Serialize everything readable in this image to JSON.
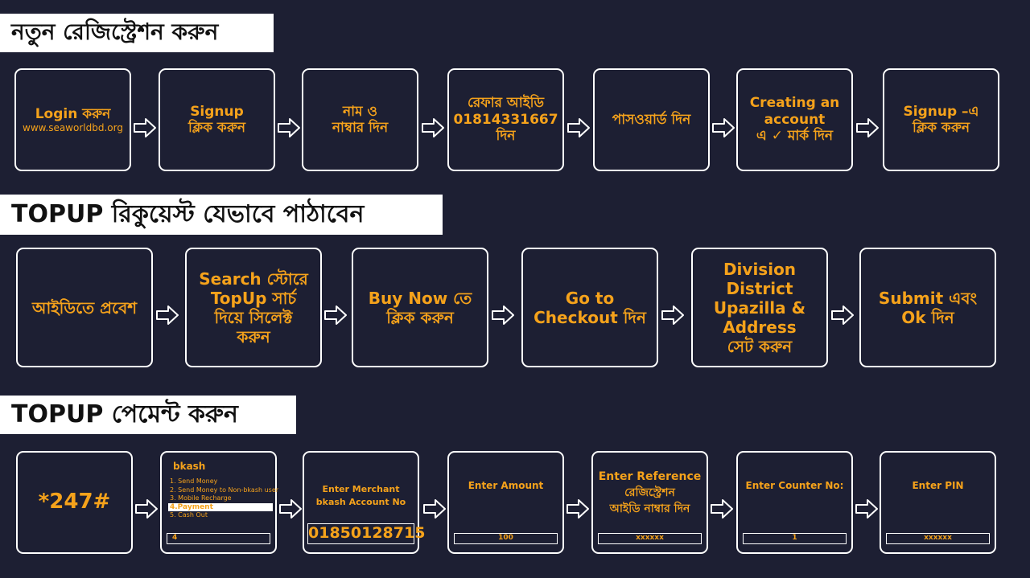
{
  "sections": {
    "registration": {
      "title": "নতুন রেজিস্ট্রেশন করুন",
      "steps": [
        {
          "line1": "Login করুন",
          "line2": "www.seaworldbd.org"
        },
        {
          "line1": "Signup",
          "line2": "ক্লিক করুন"
        },
        {
          "line1": "নাম ও",
          "line2": "নাম্বার দিন"
        },
        {
          "line1": "রেফার আইডি",
          "line2": "01814331667",
          "line3": "দিন"
        },
        {
          "line1": "পাসওয়ার্ড দিন"
        },
        {
          "line1": "Creating an",
          "line2": "account",
          "line3": "এ ✓ মার্ক দিন"
        },
        {
          "line1": "Signup –এ",
          "line2": "ক্লিক করুন"
        }
      ]
    },
    "topup_request": {
      "title": "TOPUP রিকুয়েস্ট যেভাবে পাঠাবেন",
      "steps": [
        {
          "line1": "আইডিতে প্রবেশ"
        },
        {
          "line1": "Search স্টোরে",
          "line2": "TopUp সার্চ",
          "line3": "দিয়ে সিলেক্ট",
          "line4": "করুন"
        },
        {
          "line1": "Buy Now তে",
          "line2": "ক্লিক করুন"
        },
        {
          "line1": "Go to",
          "line2": "Checkout দিন"
        },
        {
          "line1": "Division",
          "line2": "District",
          "line3": "Upazilla &",
          "line4": "Address",
          "line5": "সেট করুন"
        },
        {
          "line1": "Submit এবং",
          "line2": "Ok দিন"
        }
      ]
    },
    "topup_payment": {
      "title": "TOPUP পেমেন্ট করুন",
      "dial_code": "*247#",
      "bkash": {
        "title": "bkash",
        "menu": [
          "1. Send Money",
          "2. Send Money to Non-bkash user",
          "3. Mobile Recharge",
          "4.Payment",
          "5. Cash Out"
        ],
        "input": "4"
      },
      "merchant": {
        "line1": "Enter Merchant",
        "line2": "bkash Account No",
        "number": "01850128715"
      },
      "amount": {
        "label": "Enter Amount",
        "value": "100"
      },
      "reference": {
        "line1": "Enter Reference",
        "line2": "রেজিস্ট্রেশন",
        "line3": "আইডি নাম্বার দিন",
        "value": "xxxxxx"
      },
      "counter": {
        "label": "Enter Counter  No:",
        "value": "1"
      },
      "pin": {
        "label": "Enter PIN",
        "value": "xxxxxx"
      }
    }
  },
  "colors": {
    "background": "#1d1f33",
    "accent": "#f5a21b",
    "border": "#ffffff"
  }
}
